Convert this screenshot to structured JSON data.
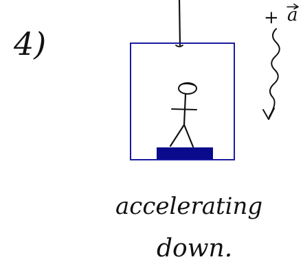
{
  "problem": {
    "number_label": "4)"
  },
  "annotation": {
    "acceleration_symbol": "a",
    "sign": "+",
    "caption_line1": "accelerating",
    "caption_line2": "down."
  },
  "colors": {
    "ink": "#111111",
    "box_outline": "#1a1aa0",
    "scale": "#0a0a8c"
  }
}
